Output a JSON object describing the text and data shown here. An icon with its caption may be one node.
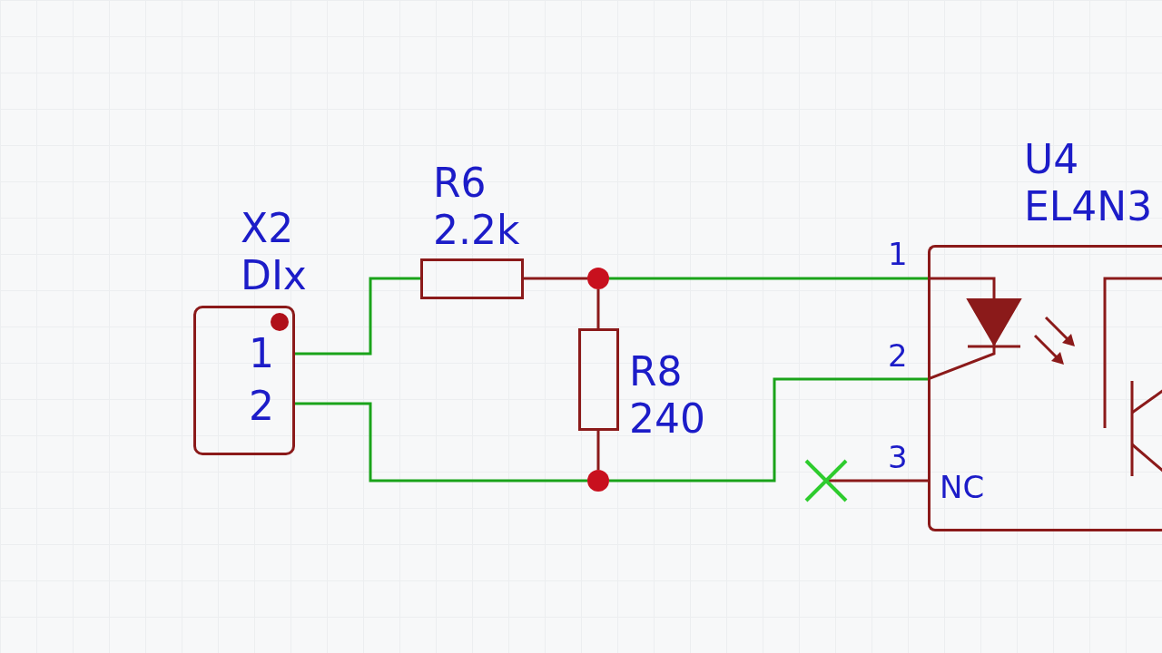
{
  "diagram": {
    "nodes": [
      {
        "text": [
          "X2 DIx",
          "1",
          "2"
        ]
      },
      {
        "text": [
          "R6 2.2k"
        ]
      },
      {
        "text": [
          "R8 240"
        ]
      },
      {
        "text": [
          "U4 EL4N3",
          "1",
          "2",
          "3",
          "NC"
        ]
      },
      {
        "text": [],
        "shape": "circle"
      },
      {
        "text": [],
        "shape": "circle"
      }
    ],
    "edges": [
      {
        "from": 0,
        "to": 1,
        "arrow": "none"
      },
      {
        "from": 1,
        "to": 4,
        "arrow": "none",
        "color": "#8b1a1a"
      },
      {
        "from": 4,
        "to": 3,
        "arrow": "none"
      },
      {
        "from": 4,
        "to": 2,
        "arrow": "none",
        "color": "#8b1a1a"
      },
      {
        "from": 2,
        "to": 5,
        "arrow": "none",
        "color": "#8b1a1a"
      },
      {
        "from": 0,
        "to": 5,
        "arrow": "none"
      },
      {
        "from": 5,
        "to": 3,
        "arrow": "none"
      }
    ]
  }
}
